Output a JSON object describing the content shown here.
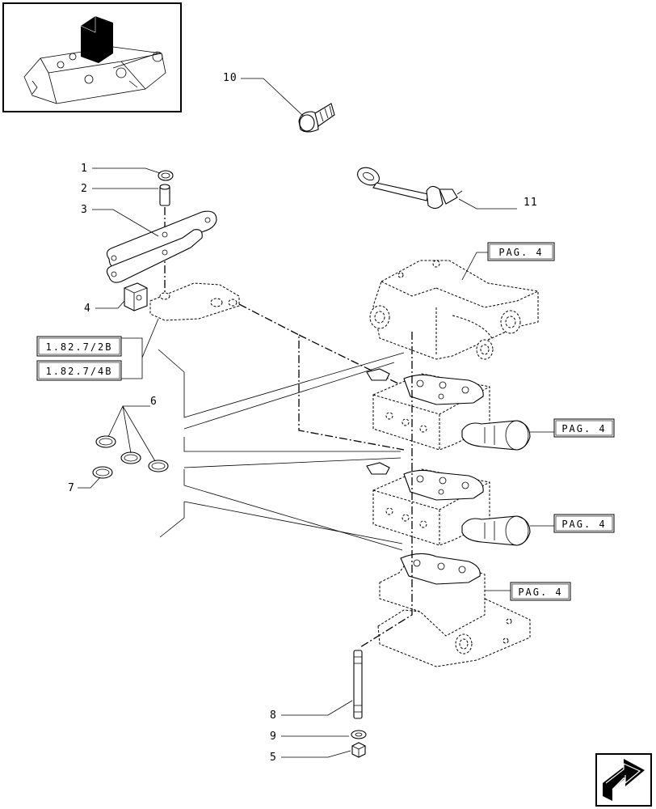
{
  "callouts": {
    "c1": "1",
    "c2": "2",
    "c3": "3",
    "c4": "4",
    "c5": "5",
    "c6": "6",
    "c7": "7",
    "c8": "8",
    "c9": "9",
    "c10": "10",
    "c11": "11"
  },
  "references": {
    "ref_a": "1.82.7/2B",
    "ref_b": "1.82.7/4B",
    "pag1": "PAG. 4",
    "pag2": "PAG. 4",
    "pag3": "PAG. 4",
    "pag4": "PAG. 4"
  },
  "icons": {
    "thumbnail": "tractor-lift-cover-icon",
    "nav": "next-page-arrow-icon"
  }
}
